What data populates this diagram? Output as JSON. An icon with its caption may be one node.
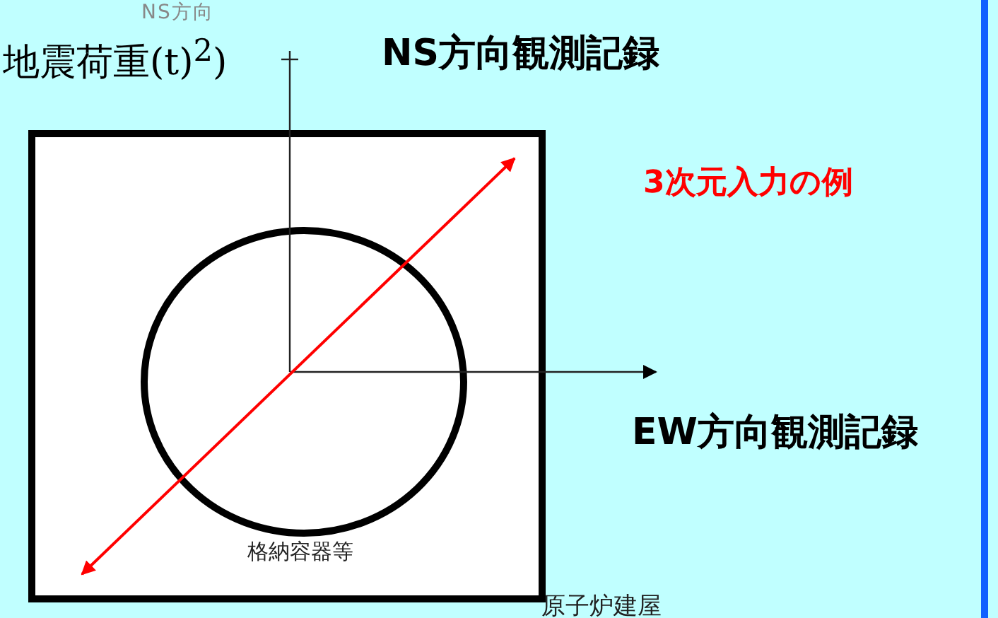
{
  "diagram": {
    "nodes": [
      {
        "text": [
          "原子炉建屋"
        ]
      },
      {
        "text": [],
        "shape": "circle",
        "in": 0,
        "beside": [
          "格納容器等"
        ]
      }
    ],
    "edges": [],
    "labels": [
      "NS方向",
      "地震荷重(t)$^{2}$)",
      "NS方向観測記録",
      "3次元入力の例",
      "EW方向観測記録"
    ]
  }
}
